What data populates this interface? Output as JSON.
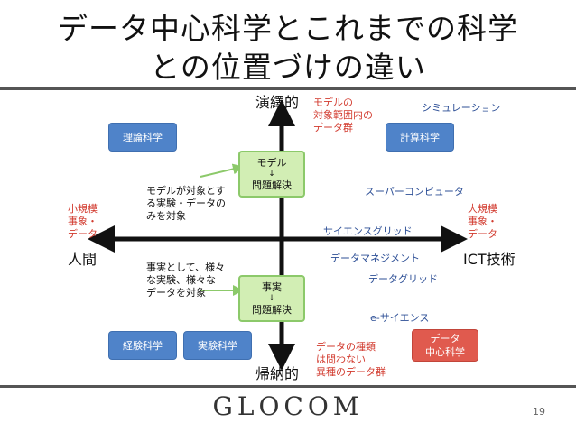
{
  "title": {
    "line1": "データ中心科学とこれまでの科学",
    "line2": "との位置づけの違い"
  },
  "axes": {
    "top": "演繹的",
    "bottom": "帰納的",
    "left": "人間",
    "right": "ICT技術"
  },
  "boxes": {
    "theory_science": "理論科学",
    "computational_science": "計算科学",
    "empirical_science": "経験科学",
    "experimental_science": "実験科学",
    "data_centric_line1": "データ",
    "data_centric_line2": "中心科学"
  },
  "flow_boxes": {
    "model": {
      "top": "モデル",
      "arrow": "↓",
      "bottom": "問題解決"
    },
    "fact": {
      "top": "事実",
      "arrow": "↓",
      "bottom": "問題解決"
    }
  },
  "red_notes": {
    "model_scope": [
      "モデルの",
      "対象範囲内の",
      "データ群"
    ],
    "small_data": [
      "小規模",
      "事象・",
      "データ"
    ],
    "large_data": [
      "大規模",
      "事象・",
      "データ"
    ],
    "data_types": [
      "データの種類",
      "は問わない",
      "異種のデータ群"
    ]
  },
  "black_notes": {
    "model_target": [
      "モデルが対象とす",
      "る実験・データの",
      "みを対象"
    ],
    "fact_target": [
      "事実として、様々",
      "な実験、様々な",
      "データを対象"
    ]
  },
  "blue_labels": {
    "simulation": "シミュレーション",
    "supercomputer": "スーパーコンピュータ",
    "science_grid": "サイエンスグリッド",
    "data_management": "データマネジメント",
    "data_grid": "データグリッド",
    "e_science": "e-サイエンス"
  },
  "footer": {
    "logo": "GLOCOM",
    "page": "19"
  }
}
